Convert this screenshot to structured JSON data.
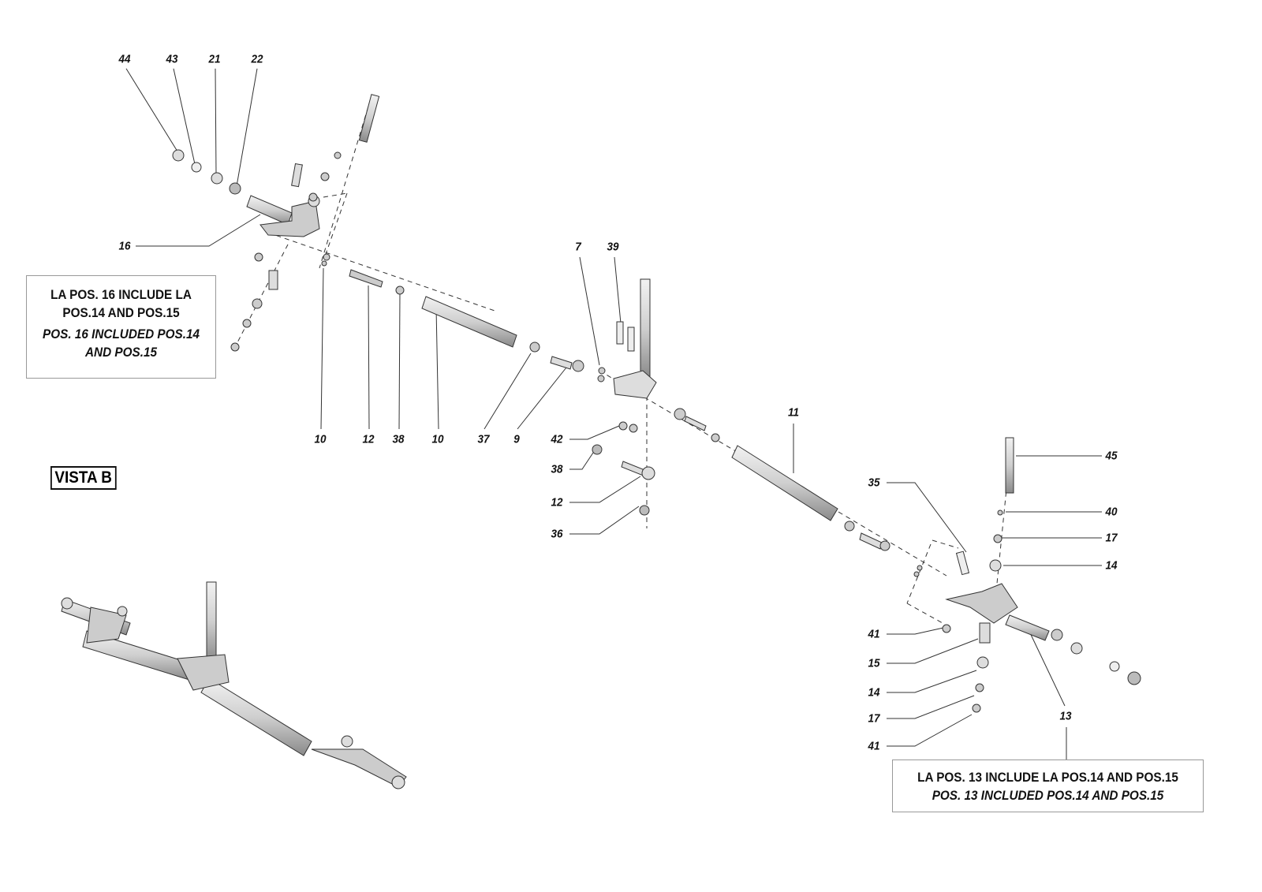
{
  "callouts": {
    "top": [
      "44",
      "43",
      "21",
      "22"
    ],
    "c16": "16",
    "c7": "7",
    "c39": "39",
    "row": [
      "10",
      "12",
      "38",
      "10",
      "37",
      "9"
    ],
    "mid": [
      "42",
      "38",
      "12",
      "36"
    ],
    "c11": "11",
    "c35": "35",
    "right": [
      "45",
      "40",
      "17",
      "14"
    ],
    "lower": [
      "41",
      "15",
      "14",
      "17",
      "41"
    ],
    "c13": "13"
  },
  "notes": {
    "left": {
      "it_1": "LA POS. 16 INCLUDE LA",
      "it_2": "POS.14 AND POS.15",
      "en_1": "POS. 16 INCLUDED POS.14",
      "en_2": "AND POS.15"
    },
    "right": {
      "it": "LA POS. 13 INCLUDE LA POS.14 AND POS.15",
      "en": "POS. 13 INCLUDED POS.14 AND POS.15"
    }
  },
  "view_label": "VISTA B"
}
